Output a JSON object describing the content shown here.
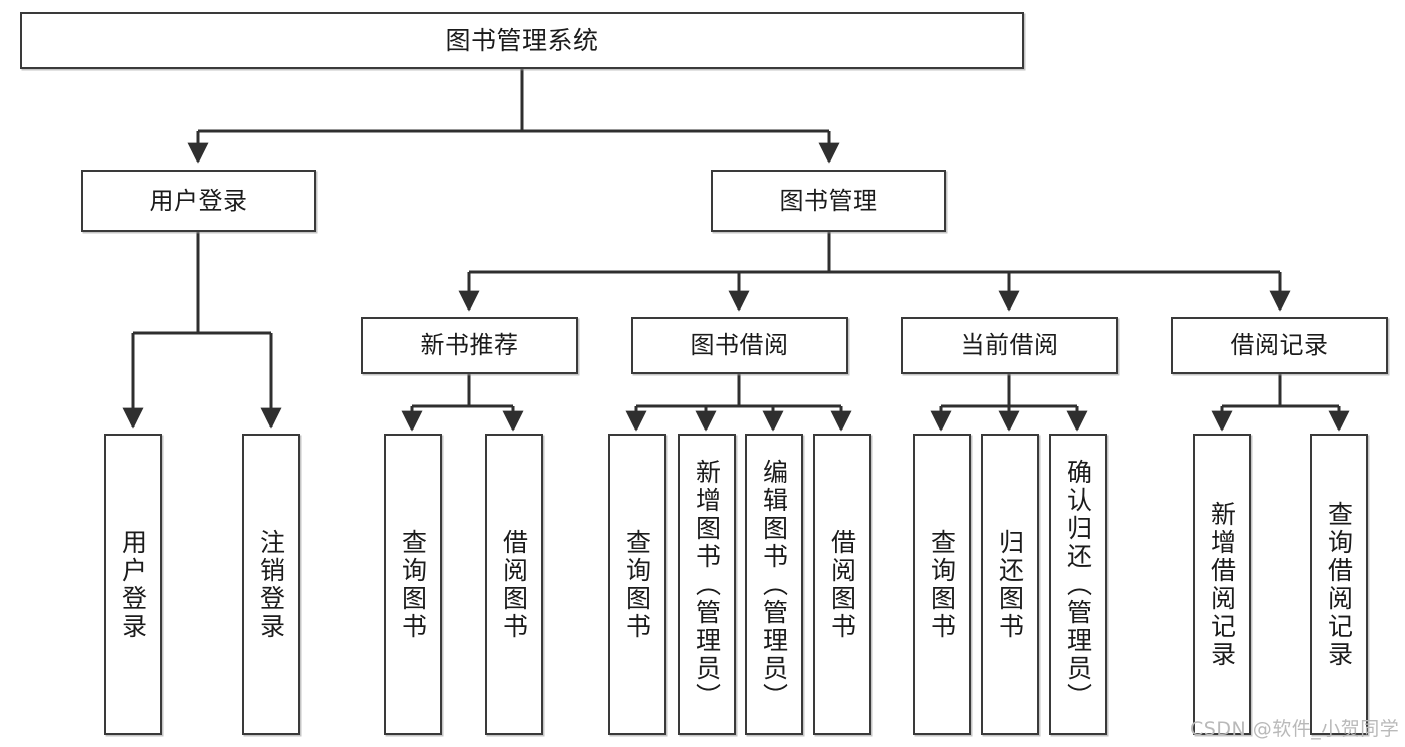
{
  "diagram": {
    "type": "tree",
    "title": "图书管理系统",
    "theme": {
      "background": "#ffffff",
      "box_border": "#3a3a3a",
      "box_fill": "#ffffff",
      "text": "#1b1b1b",
      "connector": "#2f2f2f",
      "watermark": "#b9b9b9"
    },
    "root": {
      "label": "图书管理系统"
    },
    "level2": [
      {
        "label": "用户登录"
      },
      {
        "label": "图书管理"
      }
    ],
    "level3": [
      {
        "label": "新书推荐"
      },
      {
        "label": "图书借阅"
      },
      {
        "label": "当前借阅"
      },
      {
        "label": "借阅记录"
      }
    ],
    "leaves": {
      "user_login": [
        {
          "label": "用户登录"
        },
        {
          "label": "注销登录"
        }
      ],
      "new_book": [
        {
          "label": "查询图书"
        },
        {
          "label": "借阅图书"
        }
      ],
      "book_borrow": [
        {
          "label": "查询图书"
        },
        {
          "label": "新增图书（管理员）"
        },
        {
          "label": "编辑图书（管理员）"
        },
        {
          "label": "借阅图书"
        }
      ],
      "current_borrow": [
        {
          "label": "查询图书"
        },
        {
          "label": "归还图书"
        },
        {
          "label": "确认归还（管理员）"
        }
      ],
      "borrow_record": [
        {
          "label": "新增借阅记录"
        },
        {
          "label": "查询借阅记录"
        }
      ]
    }
  },
  "watermark": {
    "text": "CSDN @软件_小贺同学"
  }
}
